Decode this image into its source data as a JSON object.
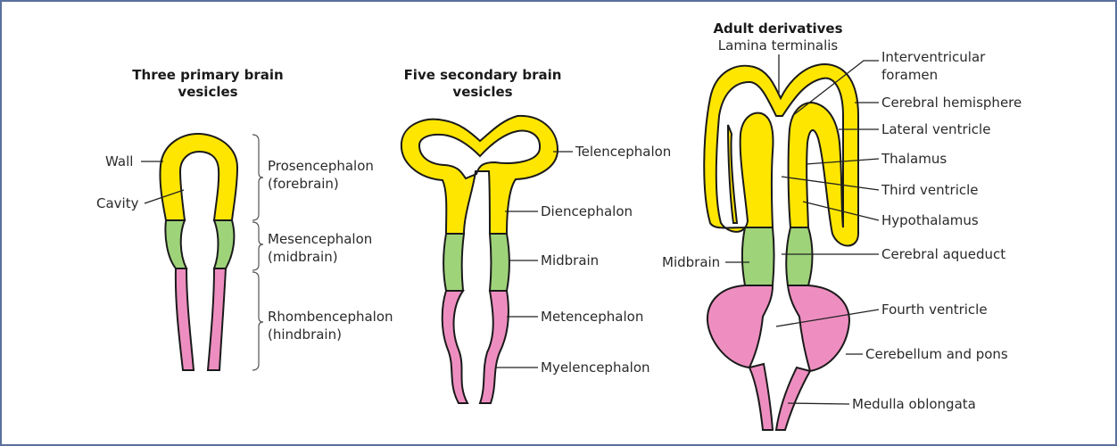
{
  "colors": {
    "forebrain": "#ffe600",
    "midbrain": "#9fd37a",
    "hindbrain": "#ee8ec0",
    "frame": "#5a6f9c"
  },
  "primary": {
    "title_line1": "Three primary brain",
    "title_line2": "vesicles",
    "wall": "Wall",
    "cavity": "Cavity",
    "prosencephalon": "Prosencephalon",
    "forebrain": "(forebrain)",
    "mesencephalon": "Mesencephalon",
    "midbrain": "(midbrain)",
    "rhombencephalon": "Rhombencephalon",
    "hindbrain": "(hindbrain)"
  },
  "secondary": {
    "title_line1": "Five secondary brain",
    "title_line2": "vesicles",
    "telencephalon": "Telencephalon",
    "diencephalon": "Diencephalon",
    "midbrain": "Midbrain",
    "metencephalon": "Metencephalon",
    "myelencephalon": "Myelencephalon"
  },
  "adult": {
    "title": "Adult derivatives",
    "lamina_terminalis": "Lamina terminalis",
    "interventricular_line1": "Interventricular",
    "interventricular_line2": "foramen",
    "cerebral_hemisphere": "Cerebral hemisphere",
    "lateral_ventricle": "Lateral ventricle",
    "thalamus": "Thalamus",
    "third_ventricle": "Third ventricle",
    "hypothalamus": "Hypothalamus",
    "midbrain": "Midbrain",
    "cerebral_aqueduct": "Cerebral aqueduct",
    "fourth_ventricle": "Fourth ventricle",
    "cerebellum_pons": "Cerebellum and pons",
    "medulla": "Medulla oblongata"
  }
}
